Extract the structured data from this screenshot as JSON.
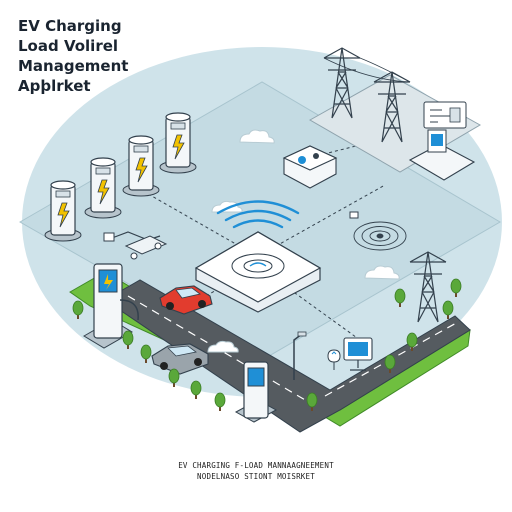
{
  "title_lines": [
    "EV Charging",
    "Load Volirel",
    "Management",
    "Apþlrket"
  ],
  "caption_lines": [
    "EV CHARGING F-LOAD MANNAAGNEEMENT",
    "NODELNASO STIONT MOISRKET"
  ],
  "colors": {
    "ground": "#cfe3ea",
    "grass": "#6fbf3f",
    "road": "#555b60",
    "accent_blue": "#1f8fd6",
    "accent_yellow": "#f2c200",
    "car_red": "#e23c2e",
    "line": "#33414d"
  },
  "icons": [
    "charging-station-icon",
    "power-pylon-icon",
    "cloud-icon",
    "wifi-signal-icon",
    "load-management-hub-icon",
    "car-icon",
    "street-lamp-icon",
    "monitor-icon",
    "location-pin-icon",
    "control-panel-icon",
    "tree-icon"
  ]
}
